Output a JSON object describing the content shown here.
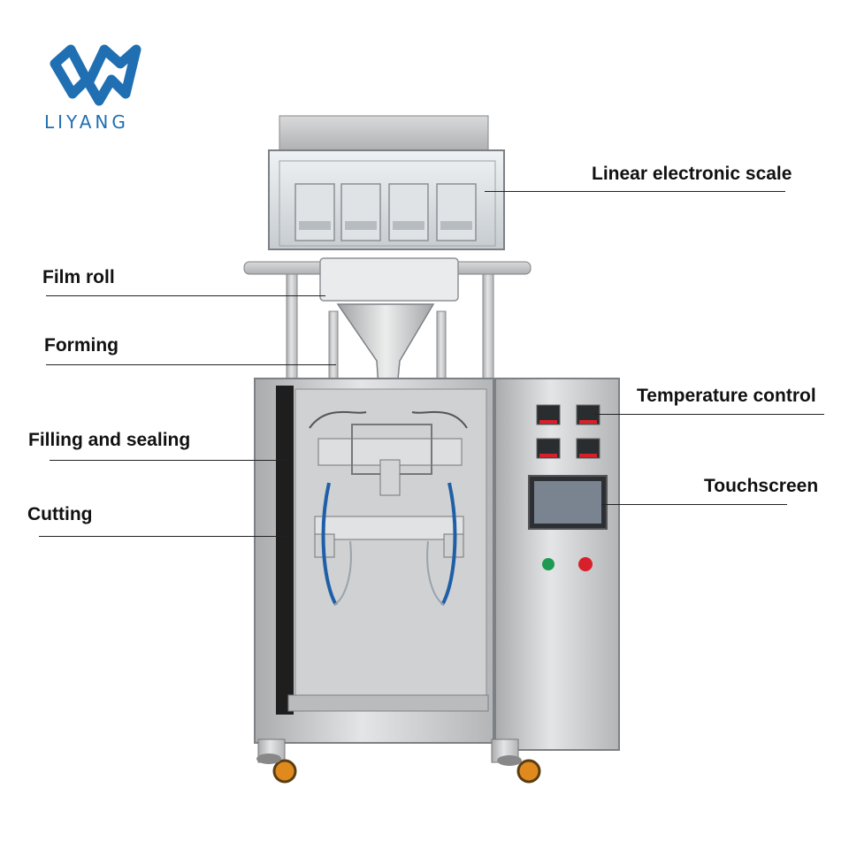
{
  "brand": {
    "logo_icon": "liyang-logo-icon",
    "name": "LIYANG",
    "color": "#1f6fb2"
  },
  "callouts": {
    "linear_scale": "Linear electronic scale",
    "film_roll": "Film roll",
    "forming": "Forming",
    "filling_sealing": "Filling and sealing",
    "cutting": "Cutting",
    "temperature": "Temperature control",
    "touchscreen": "Touchscreen"
  },
  "machine": {
    "body_color": "#c9cbcc",
    "panel_indicator_color": "#d8202a",
    "start_button_color": "#1f9a52",
    "stop_button_color": "#d8202a",
    "caster_color": "#e08a1e"
  }
}
